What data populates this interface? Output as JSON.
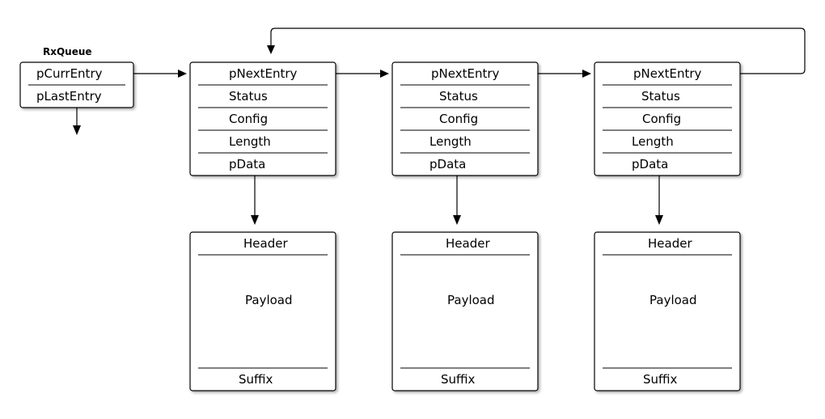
{
  "queue": {
    "title": "RxQueue",
    "fields": [
      "pCurrEntry",
      "pLastEntry"
    ]
  },
  "entries": [
    {
      "fields": [
        "pNextEntry",
        "Status",
        "Config",
        "Length",
        "pData"
      ]
    },
    {
      "fields": [
        "pNextEntry",
        "Status",
        "Config",
        "Length",
        "pData"
      ]
    },
    {
      "fields": [
        "pNextEntry",
        "Status",
        "Config",
        "Length",
        "pData"
      ]
    }
  ],
  "buffers": [
    {
      "header": "Header",
      "payload": "Payload",
      "suffix": "Suffix"
    },
    {
      "header": "Header",
      "payload": "Payload",
      "suffix": "Suffix"
    },
    {
      "header": "Header",
      "payload": "Payload",
      "suffix": "Suffix"
    }
  ],
  "colors": {
    "stroke": "#000000",
    "fill": "#ffffff",
    "shadow": "#999999"
  }
}
